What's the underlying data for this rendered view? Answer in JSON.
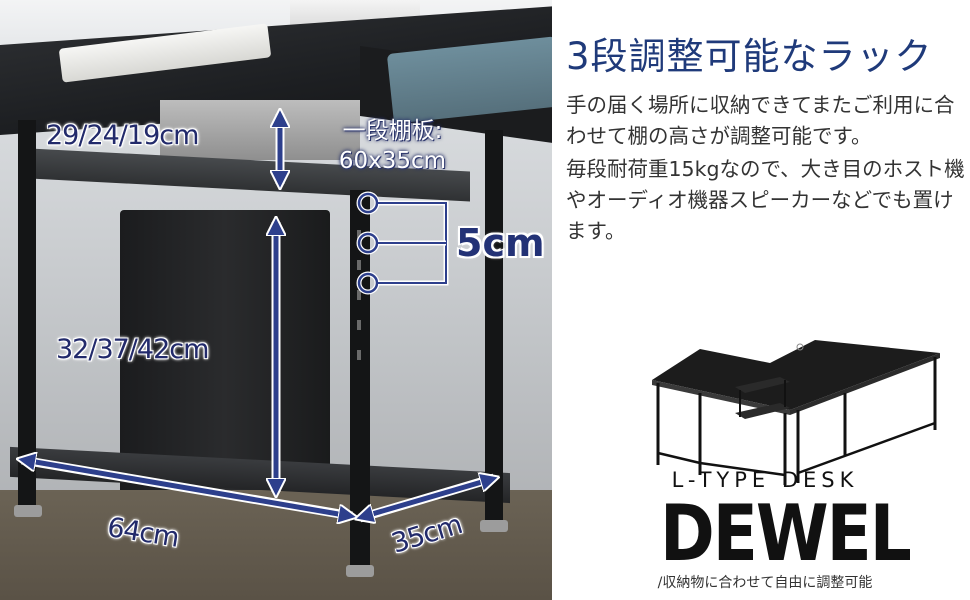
{
  "photo": {
    "measurements": {
      "shelf_gap": "29/24/19cm",
      "lower_height": "32/37/42cm",
      "width": "64cm",
      "depth": "35cm",
      "hole_pitch": "5cm"
    },
    "shelf_board": {
      "line1": "一段棚板:",
      "line2": "60x35cm"
    }
  },
  "content": {
    "heading": "3段調整可能なラック",
    "paragraphs": [
      "手の届く場所に収納できてまたご利用に合わせて棚の高さが調整可能です。",
      "毎段耐荷重15kgなので、大き目のホスト機やオーディオ機器スピーカーなどでも置けます。"
    ]
  },
  "product": {
    "subtitle": "L-TYPE DESK",
    "brand": "DEWEL",
    "tagline": "/収納物に合わせて自由に調整可能"
  },
  "colors": {
    "accent": "#1f3a7a",
    "arrow": "#2d3f8c",
    "body_text": "#333333"
  }
}
